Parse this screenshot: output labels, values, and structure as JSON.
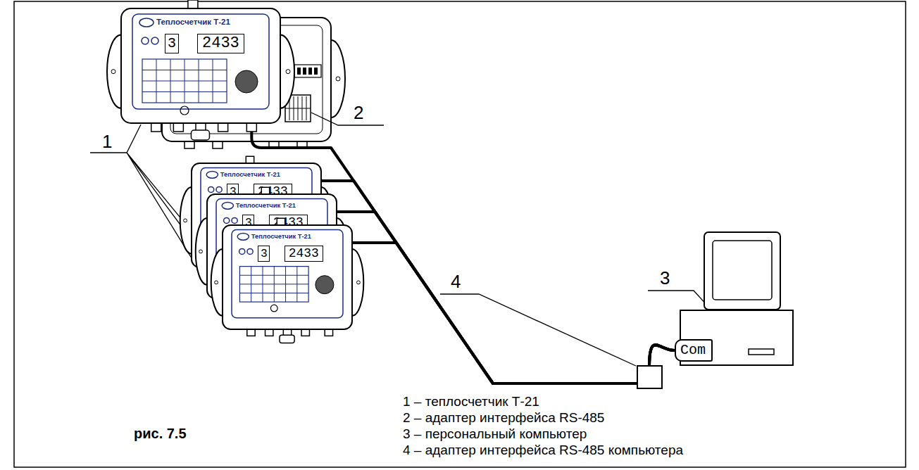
{
  "diagram": {
    "caption": "рис. 7.5",
    "nodes": [
      {
        "text": [
          "Теплосчетчик Т-21",
          "3",
          "2433"
        ]
      },
      {
        "text": [
          "Теплосчетчик Т-21",
          "3",
          "2433"
        ]
      },
      {
        "text": [
          "Теплосчетчик Т-21",
          "3",
          "2433"
        ]
      },
      {
        "text": [
          "Теплосчетчик Т-21",
          "3",
          "2433"
        ]
      },
      {
        "text": [
          "Com"
        ]
      }
    ],
    "edges": [
      {
        "from": 0,
        "to": 4,
        "arrow": "none"
      },
      {
        "from": 1,
        "to": 4,
        "arrow": "none"
      },
      {
        "from": 2,
        "to": 4,
        "arrow": "none"
      },
      {
        "from": 3,
        "to": 4,
        "arrow": "none"
      }
    ],
    "labels": [
      "1",
      "2",
      "3",
      "4",
      "1 – теплосчетчик Т-21",
      "2 – адаптер интерфейса RS-485",
      "3 – персональный компьютер",
      "4 – адаптер интерфейса RS-485 компьютера"
    ]
  }
}
